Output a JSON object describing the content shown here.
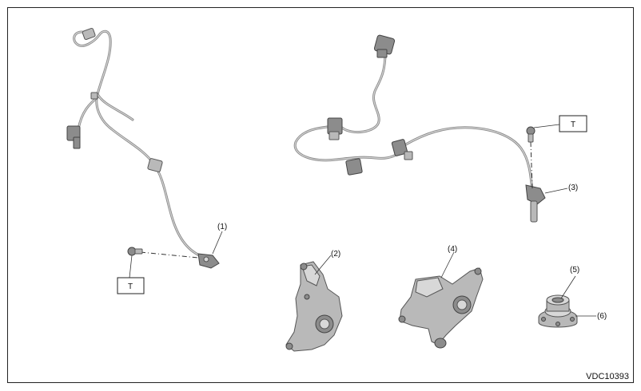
{
  "labels": {
    "part1": "(1)",
    "part2": "(2)",
    "part3": "(3)",
    "part4": "(4)",
    "part5": "(5)",
    "part6": "(6)"
  },
  "torque_marks": {
    "left": "T",
    "right": "T"
  },
  "figure_code": "VDC10393"
}
